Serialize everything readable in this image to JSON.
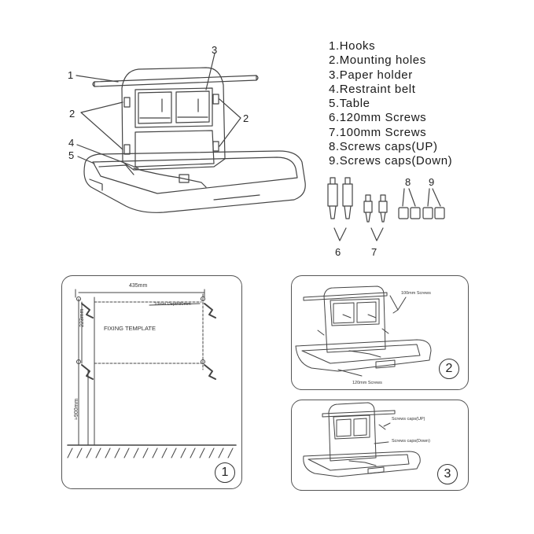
{
  "parts_legend": [
    "1.Hooks",
    "2.Mounting holes",
    "3.Paper holder",
    "4.Restraint belt",
    "5.Table",
    "6.120mm Screws",
    "7.100mm Screws",
    "8.Screws caps(UP)",
    "9.Screws caps(Down)"
  ],
  "callouts": {
    "hooks": "1",
    "mounting_left": "2",
    "mounting_right": "2",
    "paper_holder": "3",
    "restraint_belt": "4",
    "table": "5",
    "screws_120": "6",
    "screws_100": "7",
    "caps_up": "8",
    "caps_down": "9"
  },
  "step1": {
    "width_dim": "435mm",
    "height_dim": "223mm",
    "floor_dim": "≈900mm",
    "depth_note": "10mm Depth80mm",
    "template_label": "FIXING TEMPLATE",
    "step_number": "1"
  },
  "step2": {
    "screws_100_label": "100mm Screws",
    "screws_120_label": "120mm Screws",
    "step_number": "2"
  },
  "step3": {
    "caps_up_label": "Screws caps(UP)",
    "caps_down_label": "Screws caps(Down)",
    "step_number": "3"
  },
  "colors": {
    "line": "#444444",
    "paper": "#ffffff"
  }
}
